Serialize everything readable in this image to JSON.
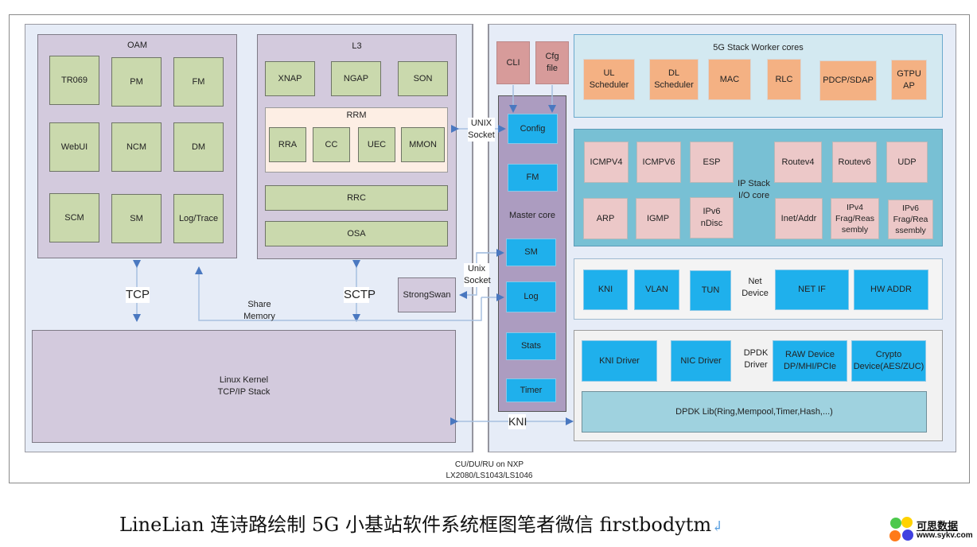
{
  "diagram": {
    "platform_label": "CU/DU/RU on NXP\nLX2080/LS1043/LS1046",
    "left_side": {
      "oam": {
        "title": "OAM",
        "modules": [
          "TR069",
          "PM",
          "FM",
          "WebUI",
          "NCM",
          "DM",
          "SCM",
          "SM",
          "Log/Trace"
        ]
      },
      "l3": {
        "title": "L3",
        "top_modules": [
          "XNAP",
          "NGAP",
          "SON"
        ],
        "rrm": {
          "title": "RRM",
          "modules": [
            "RRA",
            "CC",
            "UEC",
            "MMON"
          ]
        },
        "rrc": "RRC",
        "osa": "OSA"
      },
      "strongswan": "StrongSwan",
      "linux_kernel": "Linux Kernel\nTCP/IP Stack"
    },
    "connections": {
      "tcp": "TCP",
      "sctp": "SCTP",
      "share_memory": "Share\nMemory",
      "unix_socket_upper": "UNIX\nSocket",
      "unix_socket_lower": "Unix\nSocket",
      "kni": "KNI"
    },
    "right_side": {
      "cli": "CLI",
      "cfg_file": "Cfg\nfile",
      "master_core": {
        "title": "Master core",
        "modules": [
          "Config",
          "FM",
          "SM",
          "Log",
          "Stats",
          "Timer"
        ]
      },
      "worker_cores": {
        "title": "5G Stack Worker cores",
        "modules": [
          "UL\nScheduler",
          "DL\nScheduler",
          "MAC",
          "RLC",
          "PDCP/SDAP",
          "GTPU\nAP"
        ]
      },
      "ip_stack": {
        "title": "IP Stack\nI/O core",
        "modules_left": [
          "ICMPV4",
          "ICMPV6",
          "ESP",
          "ARP",
          "IGMP",
          "IPv6\nnDisc"
        ],
        "modules_right": [
          "Routev4",
          "Routev6",
          "UDP",
          "Inet/Addr",
          "IPv4\nFrag/Reas\nsembly",
          "IPv6\nFrag/Rea\nssembly"
        ]
      },
      "net_device": {
        "title": "Net\nDevice",
        "modules": [
          "KNI",
          "VLAN",
          "TUN",
          "NET IF",
          "HW ADDR"
        ]
      },
      "dpdk_driver": {
        "title": "DPDK\nDriver",
        "modules": [
          "KNI Driver",
          "NIC Driver",
          "RAW Device\nDP/MHI/PCIe",
          "Crypto\nDevice(AES/ZUC)"
        ],
        "lib": "DPDK Lib(Ring,Mempool,Timer,Hash,...)"
      }
    }
  },
  "caption": "LineLian 连诗路绘制 5G 小基站软件系统框图笔者微信 firstbodytm",
  "watermark": {
    "name": "可思数据",
    "url": "www.sykv.com"
  }
}
